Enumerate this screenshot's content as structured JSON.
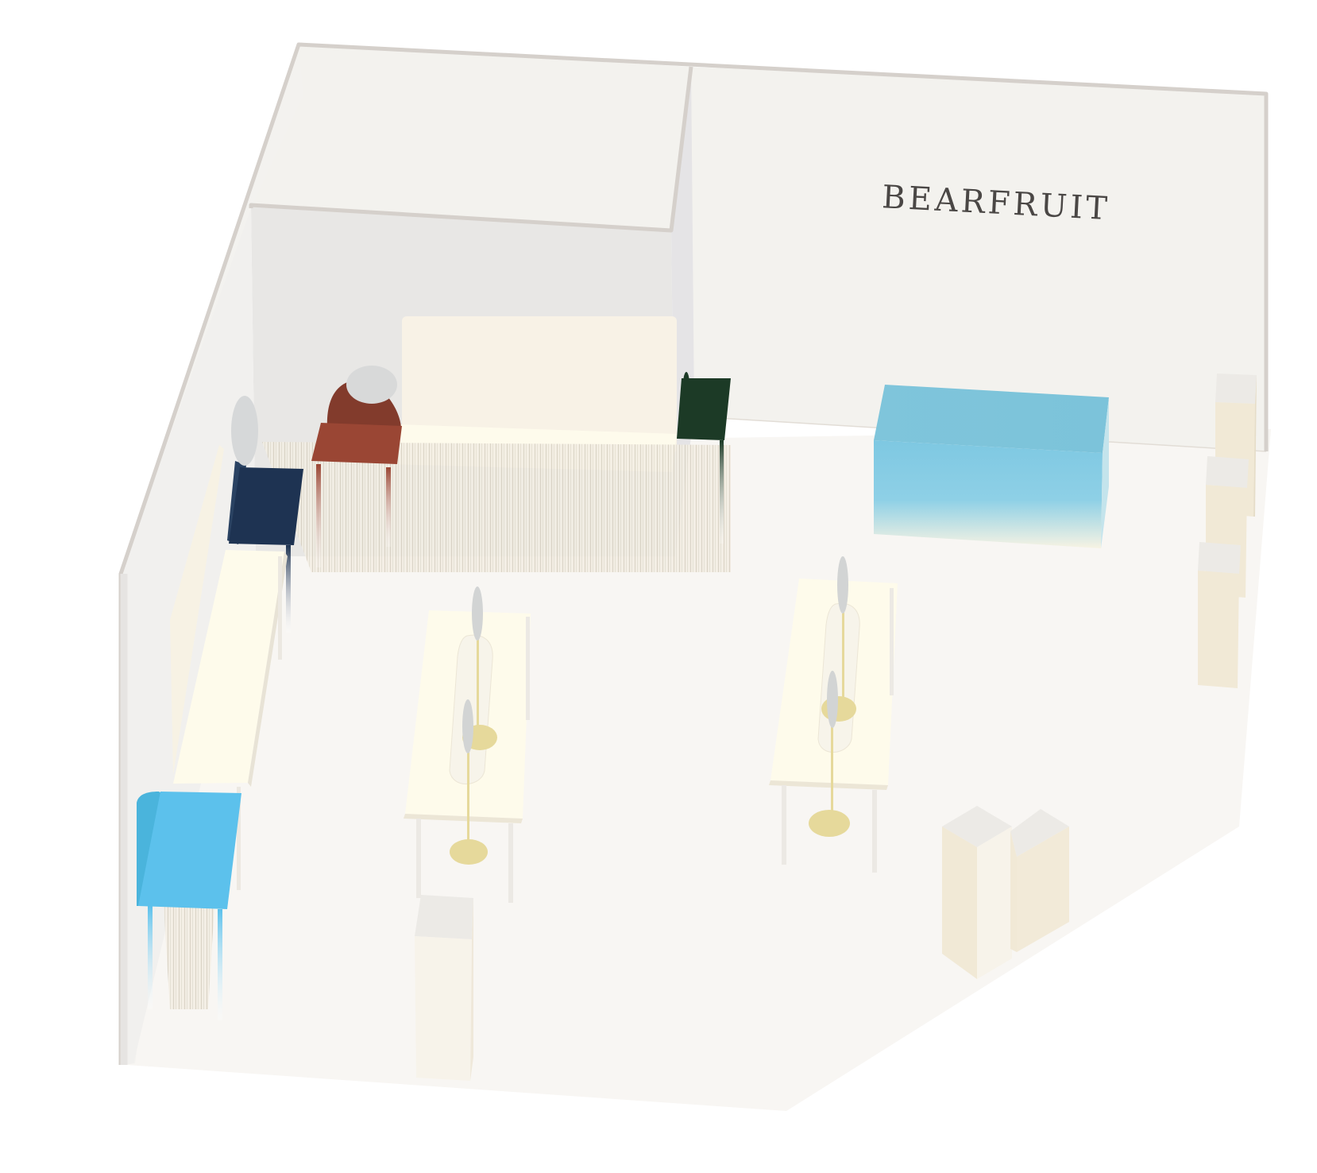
{
  "brand": {
    "name": "BEARFRUIT"
  },
  "colors": {
    "background": "#ffffff",
    "floor": "#f8f6f3",
    "wall": "#f3f2ee",
    "wall_inner": "#e8e7e5",
    "wall_edge": "#d5d0cb",
    "brand_text": "#4a4745",
    "cream": "#fdfbee",
    "pedestal": "#f1e9d6",
    "pedestal_top": "#eceae6",
    "fringe": "#d9d3c7",
    "rust": "#9a4634",
    "rust_dark": "#823b2c",
    "navy": "#1e3352",
    "forest": "#1c3a26",
    "sky_blue": "#5cc1ec",
    "ice_blue": "#7ec6dc",
    "mirror": "#d6d8d9",
    "brass": "#e6d99b"
  },
  "objects": [
    "wall-back-left",
    "wall-back-right",
    "wall-left",
    "alcove-box",
    "backdrop-panel",
    "rust-chair",
    "navy-chair",
    "forest-chair",
    "sky-blue-chair",
    "long-bench",
    "ice-blue-display",
    "pedestal",
    "round-mirror",
    "oval-table",
    "standing-mirror-lamp"
  ]
}
